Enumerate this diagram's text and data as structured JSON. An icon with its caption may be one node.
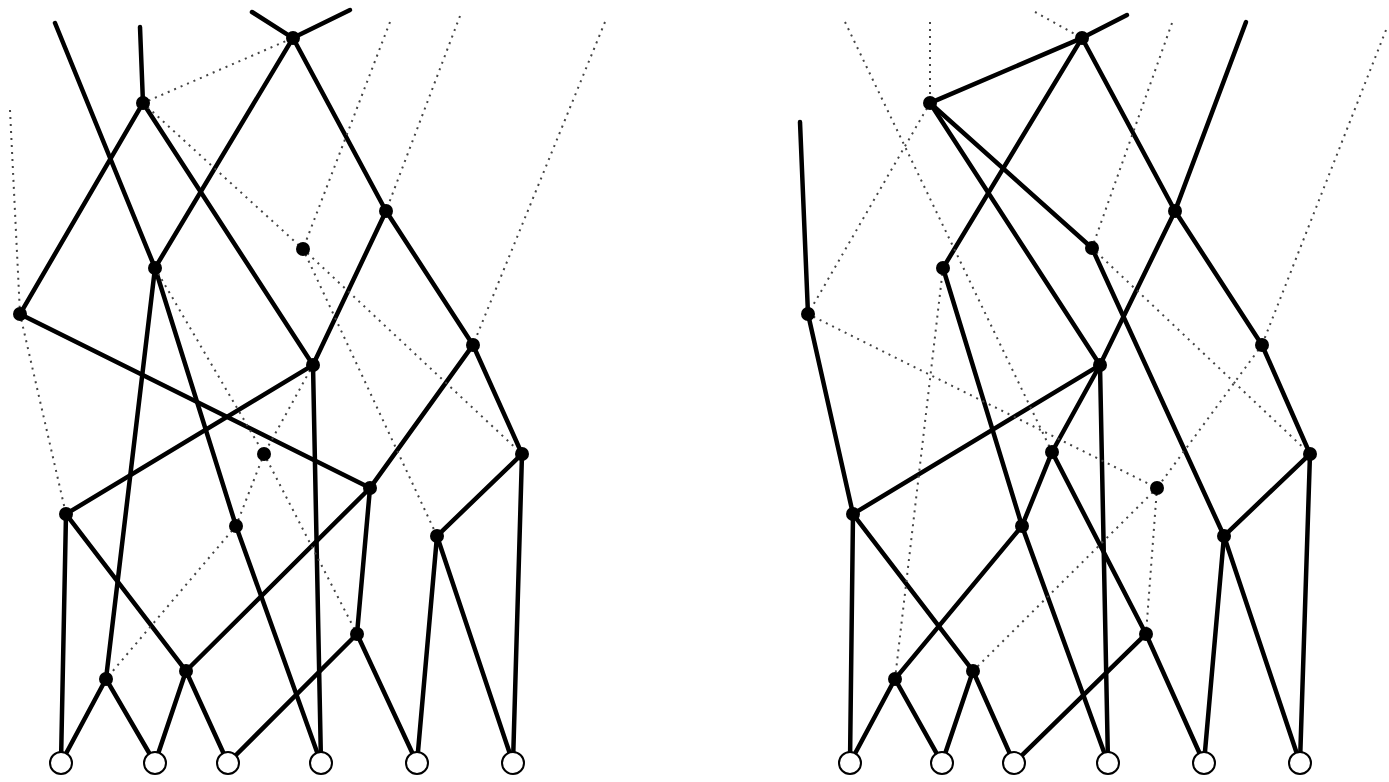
{
  "diagram": {
    "nodes": [
      {
        "text": [],
        "shape": "dot"
      },
      {
        "text": [],
        "shape": "dot"
      },
      {
        "text": [],
        "shape": "dot"
      },
      {
        "text": [],
        "shape": "dot"
      },
      {
        "text": [],
        "shape": "dot"
      },
      {
        "text": [],
        "shape": "dot"
      },
      {
        "text": [],
        "shape": "dot"
      },
      {
        "text": [],
        "shape": "dot"
      },
      {
        "text": [],
        "shape": "dot"
      },
      {
        "text": [],
        "shape": "dot"
      },
      {
        "text": [],
        "shape": "dot"
      },
      {
        "text": [],
        "shape": "dot"
      },
      {
        "text": [],
        "shape": "dot"
      },
      {
        "text": [],
        "shape": "dot"
      },
      {
        "text": [],
        "shape": "dot"
      },
      {
        "text": [],
        "shape": "dot"
      },
      {
        "text": [],
        "shape": "dot"
      },
      {
        "text": [],
        "shape": "circle"
      },
      {
        "text": [],
        "shape": "circle"
      },
      {
        "text": [],
        "shape": "circle"
      },
      {
        "text": [],
        "shape": "circle"
      },
      {
        "text": [],
        "shape": "circle"
      },
      {
        "text": [],
        "shape": "circle"
      },
      {
        "text": [],
        "shape": "dot"
      },
      {
        "text": [],
        "shape": "dot"
      },
      {
        "text": [],
        "shape": "dot"
      },
      {
        "text": [],
        "shape": "dot"
      },
      {
        "text": [],
        "shape": "dot"
      },
      {
        "text": [],
        "shape": "dot"
      },
      {
        "text": [],
        "shape": "dot"
      },
      {
        "text": [],
        "shape": "dot"
      },
      {
        "text": [],
        "shape": "dot"
      },
      {
        "text": [],
        "shape": "dot"
      },
      {
        "text": [],
        "shape": "dot"
      },
      {
        "text": [],
        "shape": "dot"
      },
      {
        "text": [],
        "shape": "dot"
      },
      {
        "text": [],
        "shape": "dot"
      },
      {
        "text": [],
        "shape": "dot"
      },
      {
        "text": [],
        "shape": "dot"
      },
      {
        "text": [],
        "shape": "dot"
      },
      {
        "text": [],
        "shape": "circle"
      },
      {
        "text": [],
        "shape": "circle"
      },
      {
        "text": [],
        "shape": "circle"
      },
      {
        "text": [],
        "shape": "circle"
      },
      {
        "text": [],
        "shape": "circle"
      },
      {
        "text": [],
        "shape": "circle"
      }
    ],
    "edges": [
      {
        "from": null,
        "to": 4,
        "arrow": "none"
      },
      {
        "from": null,
        "to": 1,
        "arrow": "none"
      },
      {
        "from": null,
        "to": 0,
        "arrow": "none"
      },
      {
        "from": null,
        "to": 0,
        "arrow": "none"
      },
      {
        "from": 0,
        "to": 4,
        "arrow": "none"
      },
      {
        "from": 0,
        "to": 2,
        "arrow": "none"
      },
      {
        "from": 1,
        "to": 5,
        "arrow": "none"
      },
      {
        "from": 1,
        "to": 7,
        "arrow": "none"
      },
      {
        "from": 2,
        "to": 7,
        "arrow": "none"
      },
      {
        "from": 2,
        "to": 6,
        "arrow": "none"
      },
      {
        "from": 5,
        "to": 10,
        "arrow": "none"
      },
      {
        "from": 4,
        "to": 16,
        "arrow": "none"
      },
      {
        "from": 4,
        "to": 12,
        "arrow": "none"
      },
      {
        "from": 7,
        "to": 11,
        "arrow": "none"
      },
      {
        "from": 7,
        "to": 20,
        "arrow": "none"
      },
      {
        "from": 6,
        "to": 10,
        "arrow": "none"
      },
      {
        "from": 6,
        "to": 9,
        "arrow": "none"
      },
      {
        "from": 9,
        "to": 13,
        "arrow": "none"
      },
      {
        "from": 9,
        "to": 22,
        "arrow": "none"
      },
      {
        "from": 10,
        "to": 15,
        "arrow": "none"
      },
      {
        "from": 10,
        "to": 14,
        "arrow": "none"
      },
      {
        "from": 11,
        "to": 17,
        "arrow": "none"
      },
      {
        "from": 11,
        "to": 15,
        "arrow": "none"
      },
      {
        "from": 12,
        "to": 20,
        "arrow": "none"
      },
      {
        "from": 13,
        "to": 21,
        "arrow": "none"
      },
      {
        "from": 13,
        "to": 22,
        "arrow": "none"
      },
      {
        "from": 14,
        "to": 19,
        "arrow": "none"
      },
      {
        "from": 14,
        "to": 21,
        "arrow": "none"
      },
      {
        "from": 16,
        "to": 17,
        "arrow": "none"
      },
      {
        "from": 16,
        "to": 18,
        "arrow": "none"
      },
      {
        "from": 15,
        "to": 18,
        "arrow": "none"
      },
      {
        "from": 15,
        "to": 19,
        "arrow": "none"
      },
      {
        "from": null,
        "to": 5,
        "arrow": "none",
        "style": "dashed"
      },
      {
        "from": 5,
        "to": 11,
        "arrow": "none",
        "style": "dashed"
      },
      {
        "from": 1,
        "to": 0,
        "arrow": "none",
        "style": "dashed"
      },
      {
        "from": 1,
        "to": 3,
        "arrow": "none",
        "style": "dashed"
      },
      {
        "from": null,
        "to": 3,
        "arrow": "none",
        "style": "dashed"
      },
      {
        "from": 3,
        "to": 9,
        "arrow": "none",
        "style": "dashed"
      },
      {
        "from": null,
        "to": 2,
        "arrow": "none",
        "style": "dashed"
      },
      {
        "from": null,
        "to": 6,
        "arrow": "none",
        "style": "dashed"
      },
      {
        "from": 3,
        "to": 13,
        "arrow": "none",
        "style": "dashed"
      },
      {
        "from": 4,
        "to": 8,
        "arrow": "none",
        "style": "dashed"
      },
      {
        "from": 7,
        "to": 8,
        "arrow": "none",
        "style": "dashed"
      },
      {
        "from": 8,
        "to": 12,
        "arrow": "none",
        "style": "dashed"
      },
      {
        "from": 12,
        "to": 16,
        "arrow": "none",
        "style": "dashed"
      },
      {
        "from": 8,
        "to": 14,
        "arrow": "none",
        "style": "dashed"
      },
      {
        "from": null,
        "to": 28,
        "arrow": "none"
      },
      {
        "from": 23,
        "to": null,
        "arrow": "none"
      },
      {
        "from": 24,
        "to": 23,
        "arrow": "none"
      },
      {
        "from": 23,
        "to": 27,
        "arrow": "none"
      },
      {
        "from": 23,
        "to": 25,
        "arrow": "none"
      },
      {
        "from": null,
        "to": 25,
        "arrow": "none"
      },
      {
        "from": 25,
        "to": 30,
        "arrow": "none"
      },
      {
        "from": 30,
        "to": 31,
        "arrow": "none"
      },
      {
        "from": 24,
        "to": 26,
        "arrow": "none"
      },
      {
        "from": 24,
        "to": 30,
        "arrow": "none"
      },
      {
        "from": 26,
        "to": 36,
        "arrow": "none"
      },
      {
        "from": 25,
        "to": 29,
        "arrow": "none"
      },
      {
        "from": 29,
        "to": 32,
        "arrow": "none"
      },
      {
        "from": 32,
        "to": 36,
        "arrow": "none"
      },
      {
        "from": 32,
        "to": 45,
        "arrow": "none"
      },
      {
        "from": 36,
        "to": 44,
        "arrow": "none"
      },
      {
        "from": 36,
        "to": 45,
        "arrow": "none"
      },
      {
        "from": 27,
        "to": 35,
        "arrow": "none"
      },
      {
        "from": 35,
        "to": 43,
        "arrow": "none"
      },
      {
        "from": 35,
        "to": 39,
        "arrow": "none"
      },
      {
        "from": 31,
        "to": 35,
        "arrow": "none"
      },
      {
        "from": 31,
        "to": 37,
        "arrow": "none"
      },
      {
        "from": 34,
        "to": 40,
        "arrow": "none"
      },
      {
        "from": 34,
        "to": 38,
        "arrow": "none"
      },
      {
        "from": 37,
        "to": 42,
        "arrow": "none"
      },
      {
        "from": 37,
        "to": 44,
        "arrow": "none"
      },
      {
        "from": 39,
        "to": 40,
        "arrow": "none"
      },
      {
        "from": 39,
        "to": 41,
        "arrow": "none"
      },
      {
        "from": 38,
        "to": 41,
        "arrow": "none"
      },
      {
        "from": 38,
        "to": 42,
        "arrow": "none"
      },
      {
        "from": 28,
        "to": 34,
        "arrow": "none"
      },
      {
        "from": 30,
        "to": 34,
        "arrow": "none"
      },
      {
        "from": 30,
        "to": 43,
        "arrow": "none"
      },
      {
        "from": null,
        "to": 31,
        "arrow": "none",
        "style": "dashed"
      },
      {
        "from": null,
        "to": 24,
        "arrow": "none",
        "style": "dashed"
      },
      {
        "from": null,
        "to": 23,
        "arrow": "none",
        "style": "dashed"
      },
      {
        "from": 24,
        "to": 28,
        "arrow": "none",
        "style": "dashed"
      },
      {
        "from": 28,
        "to": 33,
        "arrow": "none",
        "style": "dashed"
      },
      {
        "from": null,
        "to": 26,
        "arrow": "none",
        "style": "dashed"
      },
      {
        "from": 26,
        "to": 32,
        "arrow": "none",
        "style": "dashed"
      },
      {
        "from": null,
        "to": 29,
        "arrow": "none",
        "style": "dashed"
      },
      {
        "from": 27,
        "to": 39,
        "arrow": "none",
        "style": "dashed"
      },
      {
        "from": 33,
        "to": 38,
        "arrow": "none",
        "style": "dashed"
      },
      {
        "from": 33,
        "to": 37,
        "arrow": "none",
        "style": "dashed"
      },
      {
        "from": 29,
        "to": 33,
        "arrow": "none",
        "style": "dashed"
      }
    ]
  }
}
